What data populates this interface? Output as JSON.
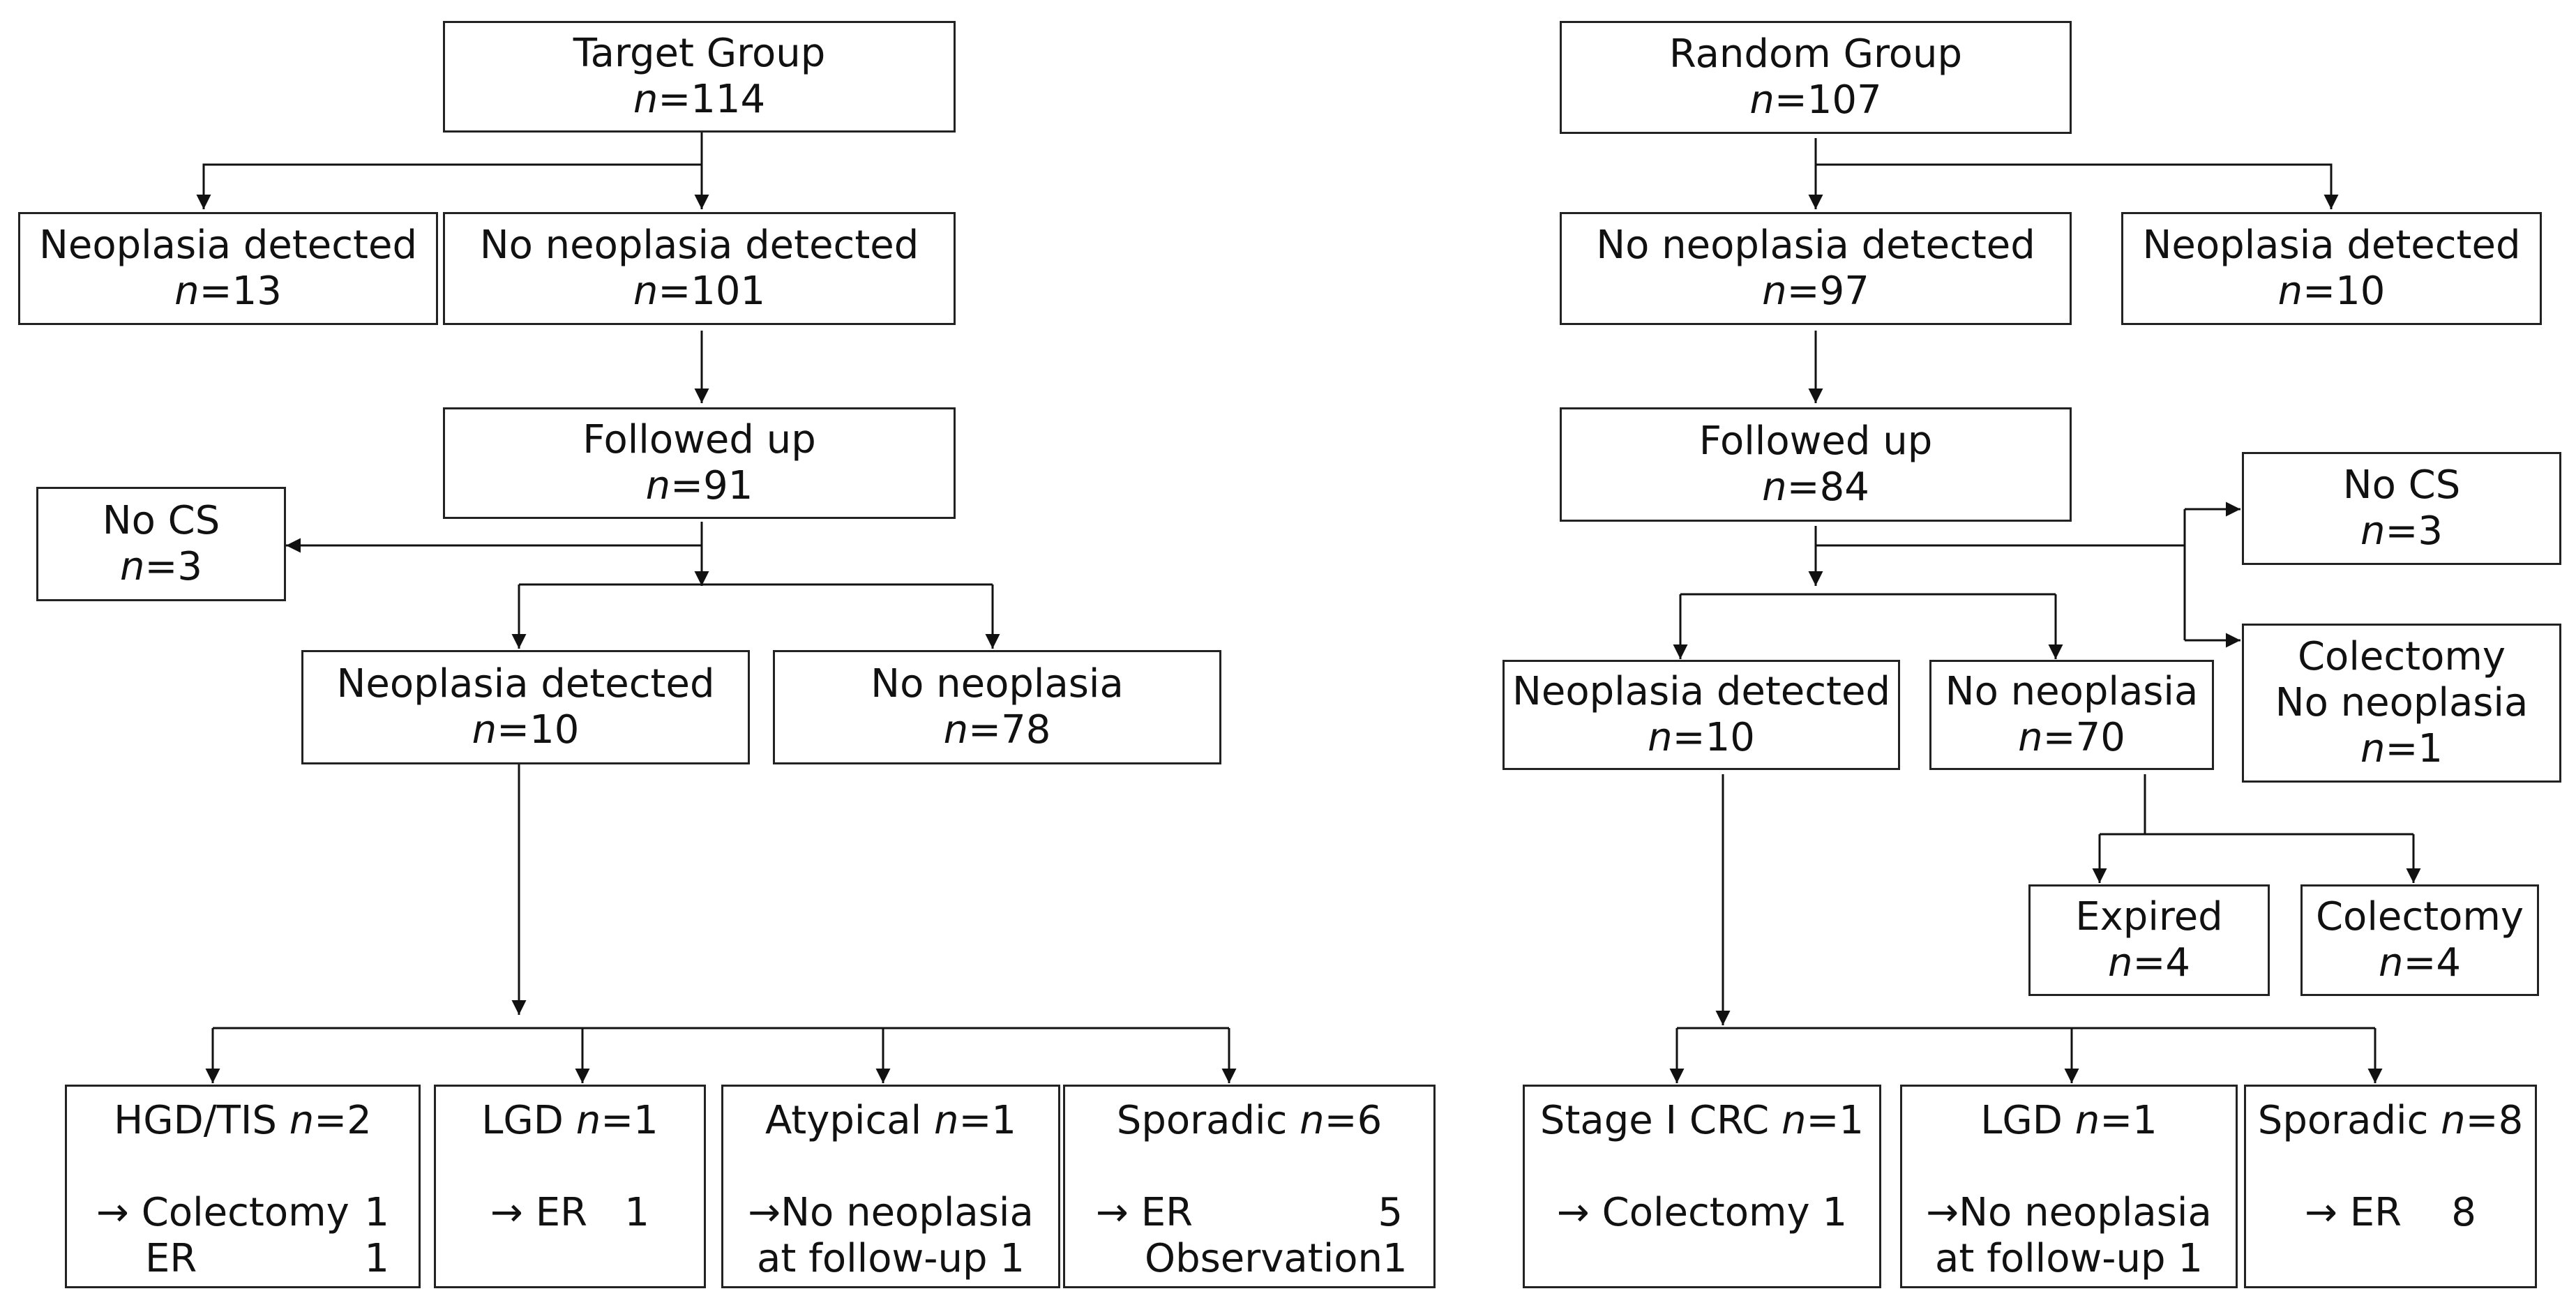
{
  "target": {
    "root": {
      "label": "Target Group",
      "n": "=114"
    },
    "neoplasia": {
      "label": "Neoplasia detected",
      "n": "=13"
    },
    "no_neoplasia": {
      "label": "No neoplasia detected",
      "n": "=101"
    },
    "followed": {
      "label": "Followed up",
      "n": "=91"
    },
    "no_cs": {
      "label": "No CS",
      "n": "=3"
    },
    "fu_neoplasia": {
      "label": "Neoplasia detected",
      "n": "=10"
    },
    "fu_no_neoplasia": {
      "label": "No neoplasia",
      "n": "=78"
    },
    "hgd": {
      "label": "HGD/TIS",
      "n": "=2",
      "l1": "→ Colectomy",
      "v1": "1",
      "l2": "ER",
      "v2": "1"
    },
    "lgd": {
      "label": "LGD ",
      "n": "=1",
      "l1": "→ ER",
      "v1": "1"
    },
    "atypical": {
      "label": "Atypical",
      "n": "=1",
      "l1": "→No neoplasia",
      "l2": "at follow-up 1"
    },
    "sporadic": {
      "label": "Sporadic",
      "n": "=6",
      "l1": "→ ER",
      "v1": "5",
      "l2": "Observation",
      "v2": "1"
    }
  },
  "random": {
    "root": {
      "label": "Random Group",
      "n": "=107"
    },
    "no_neoplasia": {
      "label": "No neoplasia detected",
      "n": "=97"
    },
    "neoplasia": {
      "label": "Neoplasia detected",
      "n": "=10"
    },
    "followed": {
      "label": "Followed up",
      "n": "=84"
    },
    "no_cs": {
      "label": "No CS",
      "n": "=3"
    },
    "colectomy_nn": {
      "label1": "Colectomy",
      "label2": "No neoplasia",
      "n": "=1"
    },
    "fu_neoplasia": {
      "label": "Neoplasia detected",
      "n": "=10"
    },
    "fu_no_neoplasia": {
      "label": "No neoplasia",
      "n": "=70"
    },
    "expired": {
      "label": "Expired",
      "n": "=4"
    },
    "colectomy": {
      "label": "Colectomy",
      "n": "=4"
    },
    "crc": {
      "label": "Stage I CRC",
      "n": "=1",
      "l1": "→ Colectomy 1"
    },
    "lgd": {
      "label": "LGD",
      "n": "=1",
      "l1": "→No neoplasia",
      "l2": "at follow-up 1"
    },
    "sporadic": {
      "label": "Sporadic",
      "n": "=8",
      "l1": "→ ER",
      "v1": "8"
    }
  },
  "n_symbol": "n"
}
